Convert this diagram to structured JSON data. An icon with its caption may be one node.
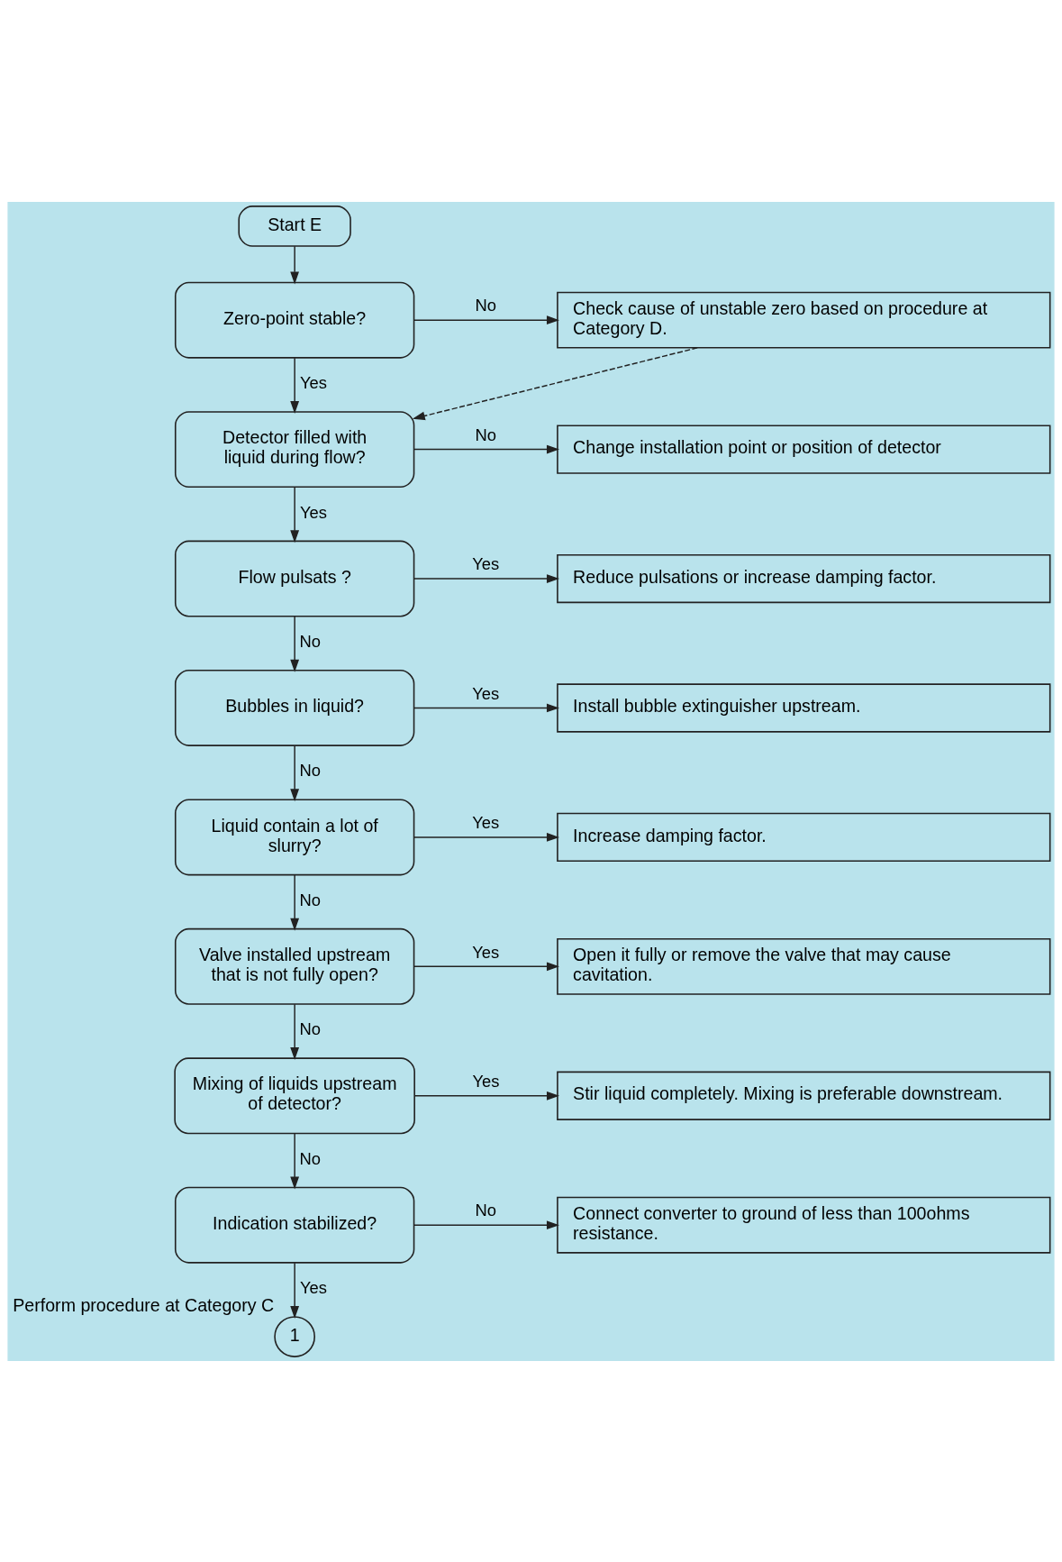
{
  "diagram": {
    "nodes": [
      {
        "text": [
          "Start E"
        ]
      },
      {
        "text": [
          "Zero-point stable?"
        ]
      },
      {
        "text": [
          "Check cause of unstable zero based on procedure at Category D."
        ]
      },
      {
        "text": [
          "Detector filled with liquid during flow?"
        ]
      },
      {
        "text": [
          "Change installation point or position of detector"
        ]
      },
      {
        "text": [
          "Flow pulsats ?"
        ]
      },
      {
        "text": [
          "Reduce pulsations or increase damping factor."
        ]
      },
      {
        "text": [
          "Bubbles in liquid?"
        ]
      },
      {
        "text": [
          "Install bubble extinguisher upstream."
        ]
      },
      {
        "text": [
          "Liquid contain a lot of slurry?"
        ]
      },
      {
        "text": [
          "Increase damping factor."
        ]
      },
      {
        "text": [
          "Valve installed upstream that is not fully open?"
        ]
      },
      {
        "text": [
          "Open it fully or remove the valve that may cause cavitation."
        ]
      },
      {
        "text": [
          "Mixing of liquids upstream of detector?"
        ]
      },
      {
        "text": [
          "Stir liquid completely. Mixing is preferable downstream."
        ]
      },
      {
        "text": [
          "Indication stabilized?"
        ]
      },
      {
        "text": [
          "Connect converter to ground of less than 100ohms resistance."
        ]
      },
      {
        "text": [
          "1"
        ],
        "beside": [
          "Perform procedure at Category C"
        ]
      }
    ],
    "edges": [
      {
        "from": 0,
        "to": 1,
        "arrow": "to"
      },
      {
        "from": 1,
        "to": 2,
        "arrow": "to",
        "label": "No"
      },
      {
        "from": 1,
        "to": 3,
        "arrow": "to",
        "label": "Yes"
      },
      {
        "from": 2,
        "to": 3,
        "arrow": "to",
        "style": "dashed"
      },
      {
        "from": 3,
        "to": 4,
        "arrow": "to",
        "label": "No"
      },
      {
        "from": 3,
        "to": 5,
        "arrow": "to",
        "label": "Yes"
      },
      {
        "from": 5,
        "to": 6,
        "arrow": "to",
        "label": "Yes"
      },
      {
        "from": 5,
        "to": 7,
        "arrow": "to",
        "label": "No"
      },
      {
        "from": 7,
        "to": 8,
        "arrow": "to",
        "label": "Yes"
      },
      {
        "from": 7,
        "to": 9,
        "arrow": "to",
        "label": "No"
      },
      {
        "from": 9,
        "to": 10,
        "arrow": "to",
        "label": "Yes"
      },
      {
        "from": 9,
        "to": 11,
        "arrow": "to",
        "label": "No"
      },
      {
        "from": 11,
        "to": 12,
        "arrow": "to",
        "label": "Yes"
      },
      {
        "from": 11,
        "to": 13,
        "arrow": "to",
        "label": "No"
      },
      {
        "from": 13,
        "to": 14,
        "arrow": "to",
        "label": "Yes"
      },
      {
        "from": 13,
        "to": 15,
        "arrow": "to",
        "label": "No"
      },
      {
        "from": 15,
        "to": 16,
        "arrow": "to",
        "label": "No"
      },
      {
        "from": 15,
        "to": 17,
        "arrow": "to",
        "label": "Yes"
      }
    ]
  }
}
